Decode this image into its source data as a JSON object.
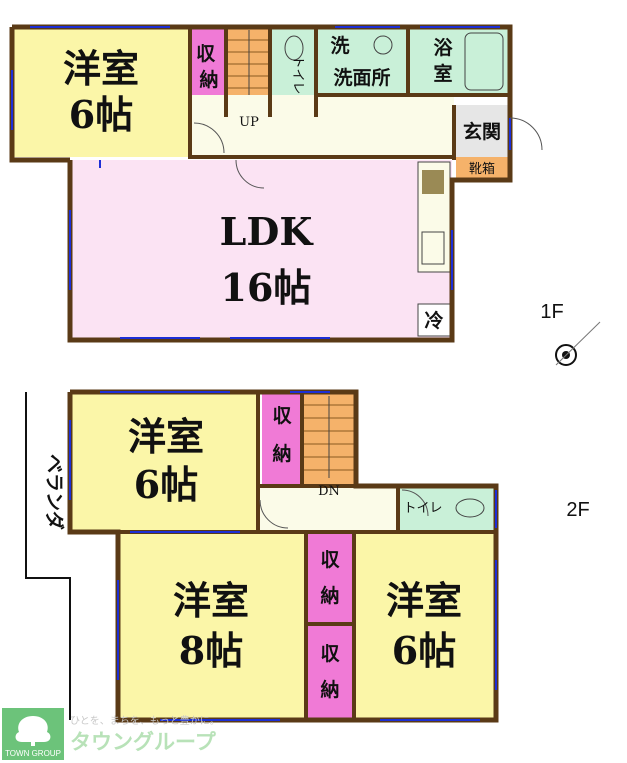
{
  "floor1": {
    "label": "1F",
    "rooms": {
      "western_a_name": "洋室",
      "western_a_size": "6帖",
      "storage_a": "収納",
      "stairs_mark": "UP",
      "toilet": "トイレ",
      "wash_mark": "洗",
      "washroom": "洗面所",
      "bath": "浴室",
      "entrance": "玄関",
      "shoe_box": "靴箱",
      "ldk_name": "LDK",
      "ldk_size": "16帖",
      "fridge": "冷"
    }
  },
  "floor2": {
    "label": "2F",
    "rooms": {
      "veranda": "ベランダ",
      "western_b_name": "洋室",
      "western_b_size": "6帖",
      "storage_b": "収納",
      "stairs_mark": "DN",
      "toilet": "トイレ",
      "western_c_name": "洋室",
      "western_c_size": "8帖",
      "storage_c": "収納",
      "storage_d": "収納",
      "western_d_name": "洋室",
      "western_d_size": "6帖"
    }
  },
  "branding": {
    "tagline": "ひとを、まちを、もっと豊かに。",
    "company": "タウングループ",
    "logo_text": "TOWN GROUP"
  },
  "colors": {
    "western_room": "#fbf6a8",
    "ldk": "#fbe3f3",
    "storage": "#f07ad6",
    "bath": "#c9f0d8",
    "hall": "#fbfbe8",
    "wall": "#5a3a16",
    "window": "#1d2fd6",
    "stairs": "#f5b26a",
    "brand_green": "#6cc37a"
  }
}
